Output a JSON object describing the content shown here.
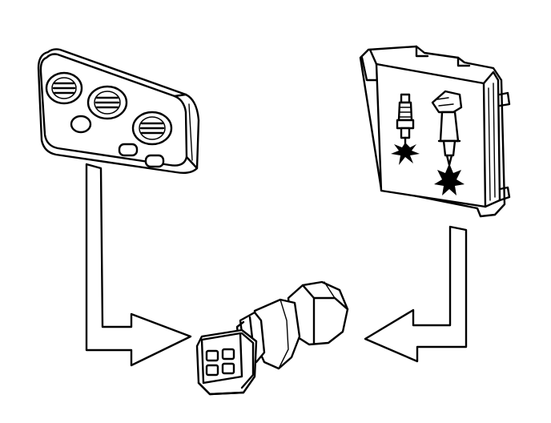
{
  "diagram": {
    "components": [
      {
        "id": "climate-control-panel",
        "icon": "climate-control-panel-icon"
      },
      {
        "id": "pressure-switch",
        "icon": "pressure-switch-icon"
      },
      {
        "id": "engine-control-module",
        "icon": "engine-control-module-icon"
      }
    ],
    "flows": [
      {
        "from": "climate-control-panel",
        "to": "pressure-switch"
      },
      {
        "from": "pressure-switch",
        "to": "engine-control-module"
      }
    ],
    "colors": {
      "line": "#000000",
      "background": "#ffffff"
    }
  }
}
